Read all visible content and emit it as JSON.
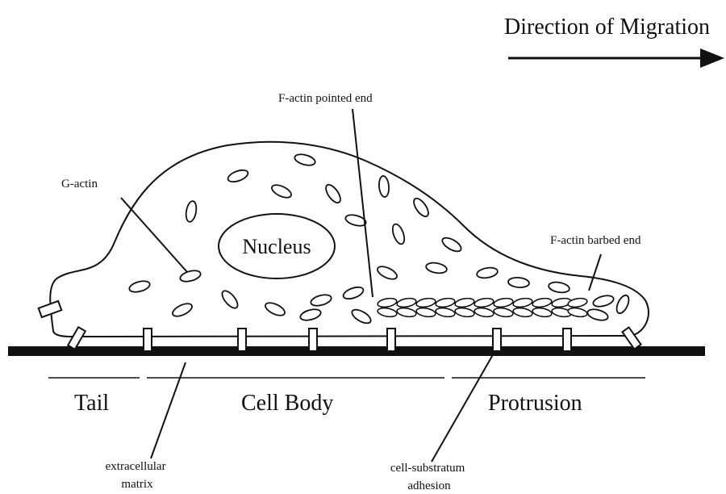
{
  "title": "Direction of Migration",
  "labels": {
    "nucleus": "Nucleus",
    "g_actin": "G-actin",
    "f_actin_pointed": "F-actin pointed end",
    "f_actin_barbed": "F-actin barbed end",
    "extracellular_matrix": [
      "extracellular",
      "matrix"
    ],
    "cell_substratum_adhesion": [
      "cell-substratum",
      "adhesion"
    ]
  },
  "regions": {
    "tail": "Tail",
    "cell_body": "Cell Body",
    "protrusion": "Protrusion"
  }
}
